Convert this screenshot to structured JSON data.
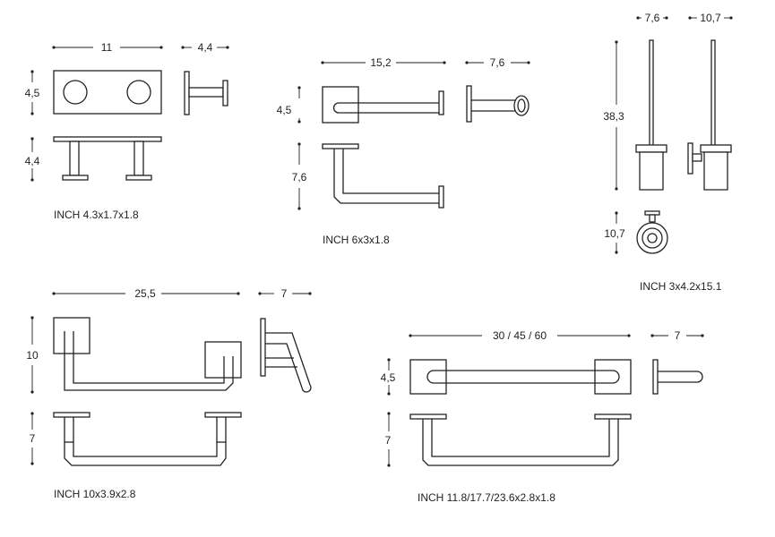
{
  "products": [
    {
      "id": "double-hook",
      "dims": {
        "width": "11",
        "depth": "4,4",
        "height": "4,5",
        "depth_top": "4,4"
      },
      "caption": "INCH 4.3x1.7x1.8"
    },
    {
      "id": "toilet-roll-holder",
      "dims": {
        "width": "15,2",
        "depth": "7,6",
        "height": "4,5",
        "height_top": "7,6"
      },
      "caption": "INCH 6x3x1.8"
    },
    {
      "id": "toilet-brush-holder",
      "dims": {
        "front_width": "7,6",
        "side_width": "10,7",
        "height": "38,3",
        "base_height": "10,7"
      },
      "caption": "INCH 3x4.2x15.1"
    },
    {
      "id": "swing-towel-bar",
      "dims": {
        "width": "25,5",
        "depth": "7",
        "height": "10",
        "depth_top": "7"
      },
      "caption": "INCH 10x3.9x2.8"
    },
    {
      "id": "towel-bar",
      "dims": {
        "width": "30 / 45 / 60",
        "depth": "7",
        "height": "4,5",
        "depth_top": "7"
      },
      "caption": "INCH 11.8/17.7/23.6x2.8x1.8"
    }
  ]
}
